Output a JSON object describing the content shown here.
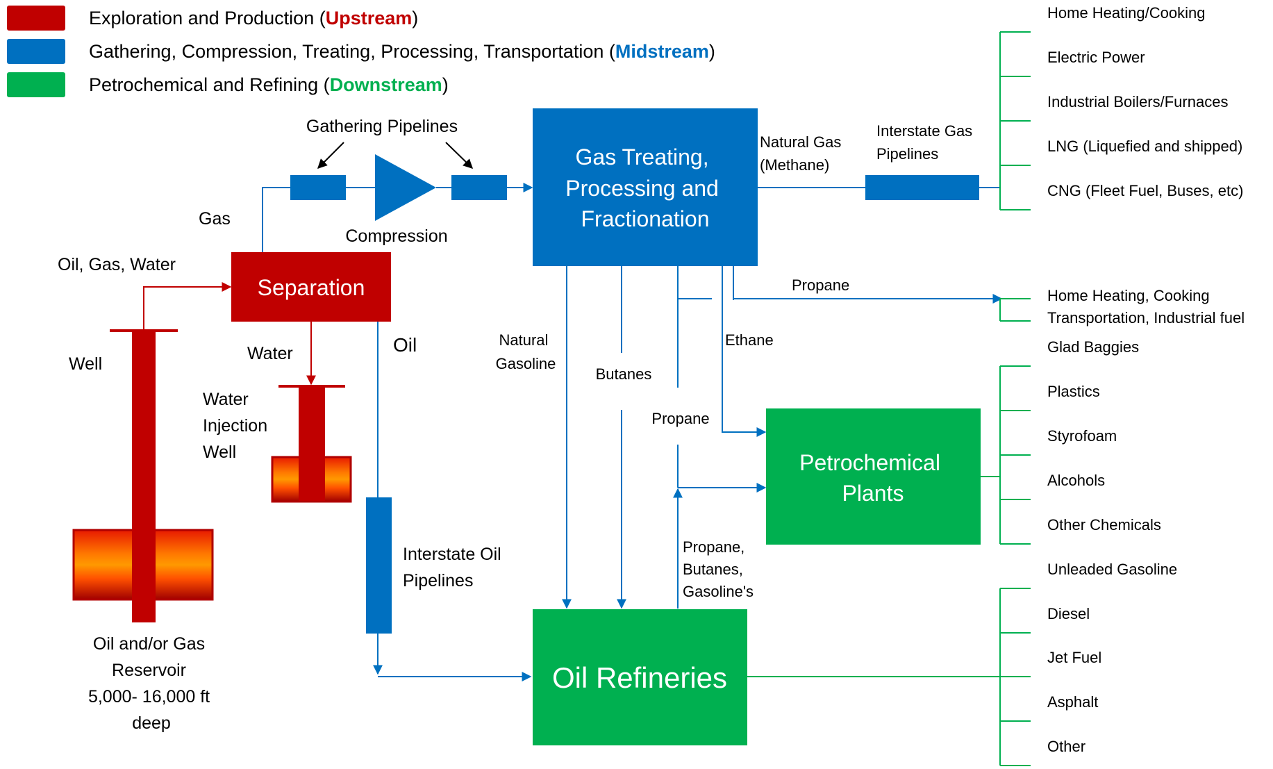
{
  "legend": [
    {
      "color": "#c00000",
      "prefix": "Exploration and Production (",
      "stream": "Upstream",
      "suffix": ")"
    },
    {
      "color": "#0070c0",
      "prefix": "Gathering, Compression, Treating, Processing, Transportation (",
      "stream": "Midstream",
      "suffix": ")"
    },
    {
      "color": "#00b050",
      "prefix": "Petrochemical and Refining (",
      "stream": "Downstream",
      "suffix": ")"
    }
  ],
  "colors": {
    "upstream": "#c00000",
    "midstream": "#0070c0",
    "downstream": "#00b050"
  },
  "boxes": {
    "separation": "Separation",
    "gas_treating": [
      "Gas Treating,",
      "Processing and",
      "Fractionation"
    ],
    "petrochemical": [
      "Petrochemical",
      "Plants"
    ],
    "refineries": "Oil Refineries"
  },
  "labels": {
    "oil_gas_water": "Oil, Gas, Water",
    "gas": "Gas",
    "gathering_pipelines": "Gathering Pipelines",
    "compression": "Compression",
    "well": "Well",
    "water": "Water",
    "water_injection_well": [
      "Water",
      "Injection",
      "Well"
    ],
    "oil": "Oil",
    "reservoir": [
      "Oil and/or Gas",
      "Reservoir",
      "5,000- 16,000 ft",
      "deep"
    ],
    "interstate_oil": [
      "Interstate Oil",
      "Pipelines"
    ],
    "natural_gas": [
      "Natural Gas",
      "(Methane)"
    ],
    "interstate_gas": [
      "Interstate Gas",
      "Pipelines"
    ],
    "propane_top": "Propane",
    "natural_gasoline": [
      "Natural",
      "Gasoline"
    ],
    "butanes": "Butanes",
    "ethane": "Ethane",
    "propane_mid": "Propane",
    "propane_butanes_gasolines": [
      "Propane,",
      "Butanes,",
      "Gasoline's"
    ]
  },
  "gas_uses": [
    "Home Heating/Cooking",
    "Electric Power",
    "Industrial Boilers/Furnaces",
    "LNG (Liquefied and shipped)",
    "CNG (Fleet Fuel, Buses, etc)"
  ],
  "propane_uses": [
    "Home Heating, Cooking",
    "Transportation, Industrial fuel"
  ],
  "petrochemical_products": [
    "Glad Baggies",
    "Plastics",
    "Styrofoam",
    "Alcohols",
    "Other Chemicals"
  ],
  "refinery_products": [
    "Unleaded Gasoline",
    "Diesel",
    "Jet Fuel",
    "Asphalt",
    "Other"
  ]
}
